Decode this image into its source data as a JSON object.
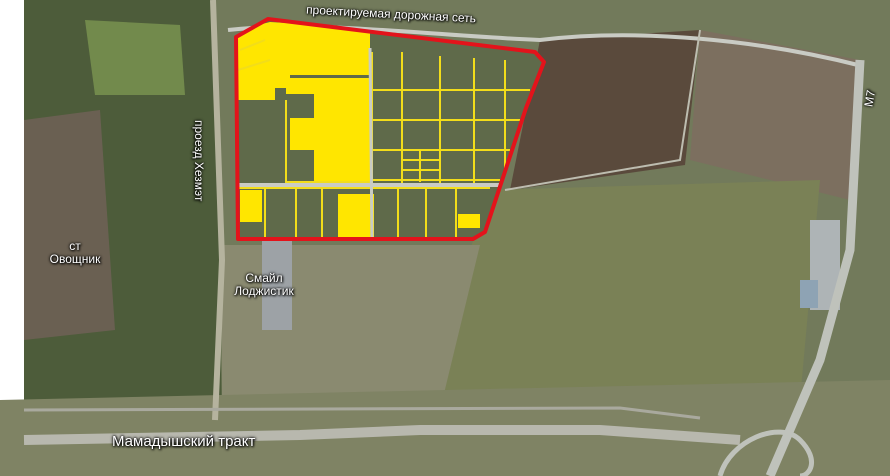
{
  "labels": {
    "proposed_road": "проектируемая дорожная сеть",
    "passage": "проезд Хезмэт",
    "highway_m7": "М7",
    "settlement_line1": "ст",
    "settlement_line2": "Овощник",
    "warehouse_line1": "Смайл",
    "warehouse_line2": "Лоджистик",
    "main_road": "Мамадышский тракт"
  },
  "colors": {
    "boundary": "#e3131b",
    "plots_fill": "#ffe600",
    "plot_lines": "#f2dd1a",
    "roads": "#c9cbc4",
    "highway": "#bfc2bb"
  }
}
